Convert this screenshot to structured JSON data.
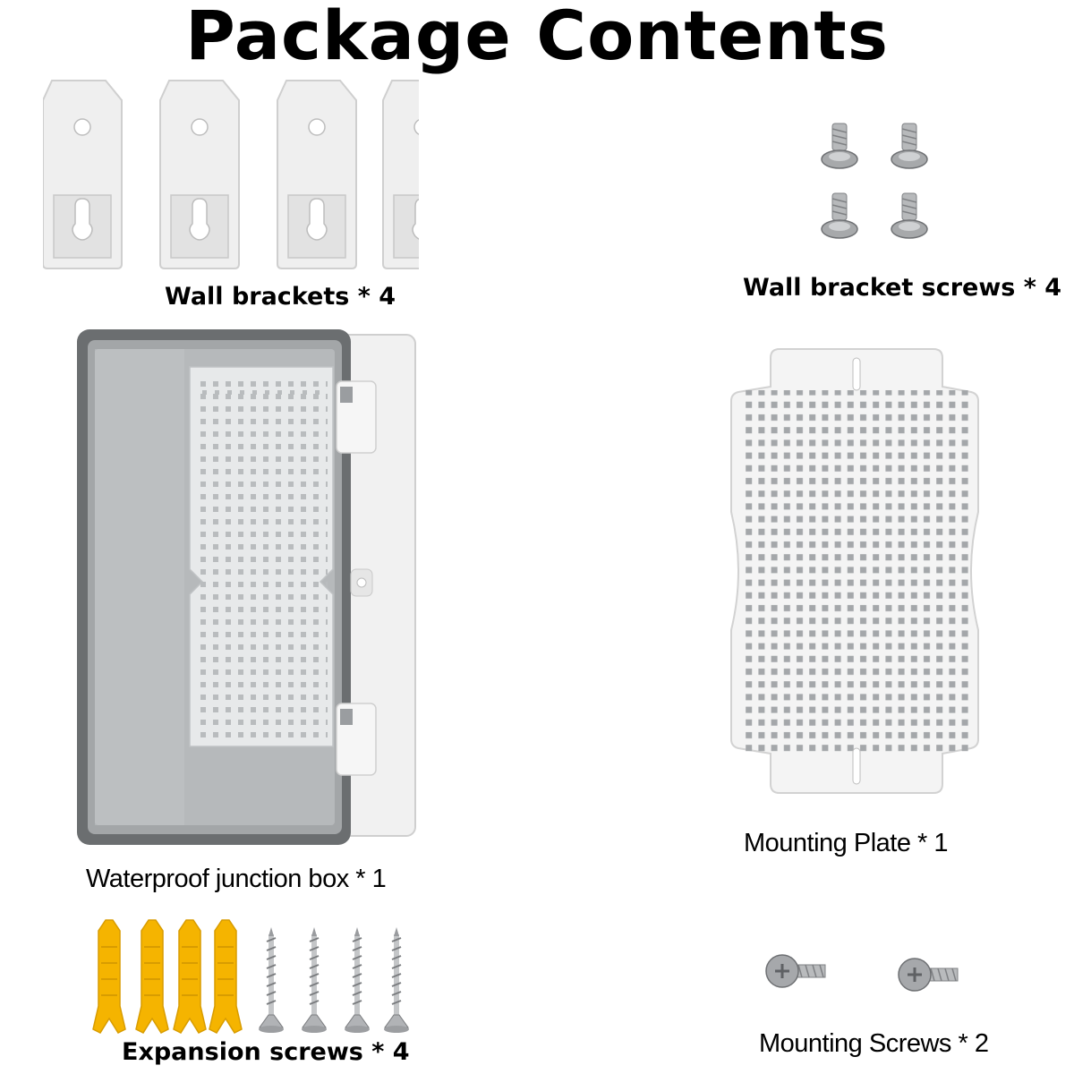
{
  "title": "Package Contents",
  "items": {
    "wall_brackets": {
      "label": "Wall brackets * 4",
      "quantity": 4
    },
    "wall_bracket_screws": {
      "label": "Wall bracket screws * 4",
      "quantity": 4
    },
    "junction_box": {
      "label": "Waterproof junction box * 1",
      "quantity": 1
    },
    "mounting_plate": {
      "label": "Mounting Plate * 1",
      "quantity": 1
    },
    "expansion_screws": {
      "label": "Expansion screws * 4",
      "quantity": 4
    },
    "mounting_screws": {
      "label": "Mounting Screws * 2",
      "quantity": 2
    }
  },
  "colors": {
    "background": "#ffffff",
    "plastic_white": "#eeeeee",
    "plastic_edge": "#c8c8c8",
    "lid_gray": "#8f9294",
    "anchor_yellow": "#f5b400",
    "screw_metal": "#a9abad"
  }
}
